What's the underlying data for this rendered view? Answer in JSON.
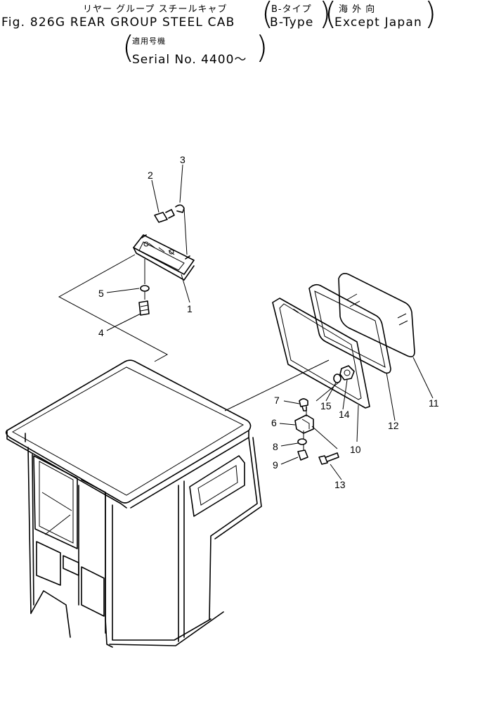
{
  "header": {
    "jp_title": "リヤー グループ スチールキャブ",
    "jp_type": "B-タイプ",
    "jp_region": "海 外 向",
    "fig_title": "Fig. 826G  REAR  GROUP  STEEL  CAB",
    "type": "B-Type",
    "region": "Except Japan",
    "jp_serial_label": "適用号機",
    "serial": "Serial No. 4400～"
  },
  "callouts": {
    "c1": "1",
    "c2": "2",
    "c3": "3",
    "c4": "4",
    "c5": "5",
    "c6": "6",
    "c7": "7",
    "c8": "8",
    "c9": "9",
    "c10": "10",
    "c11": "11",
    "c12": "12",
    "c13": "13",
    "c14": "14",
    "c15": "15"
  }
}
